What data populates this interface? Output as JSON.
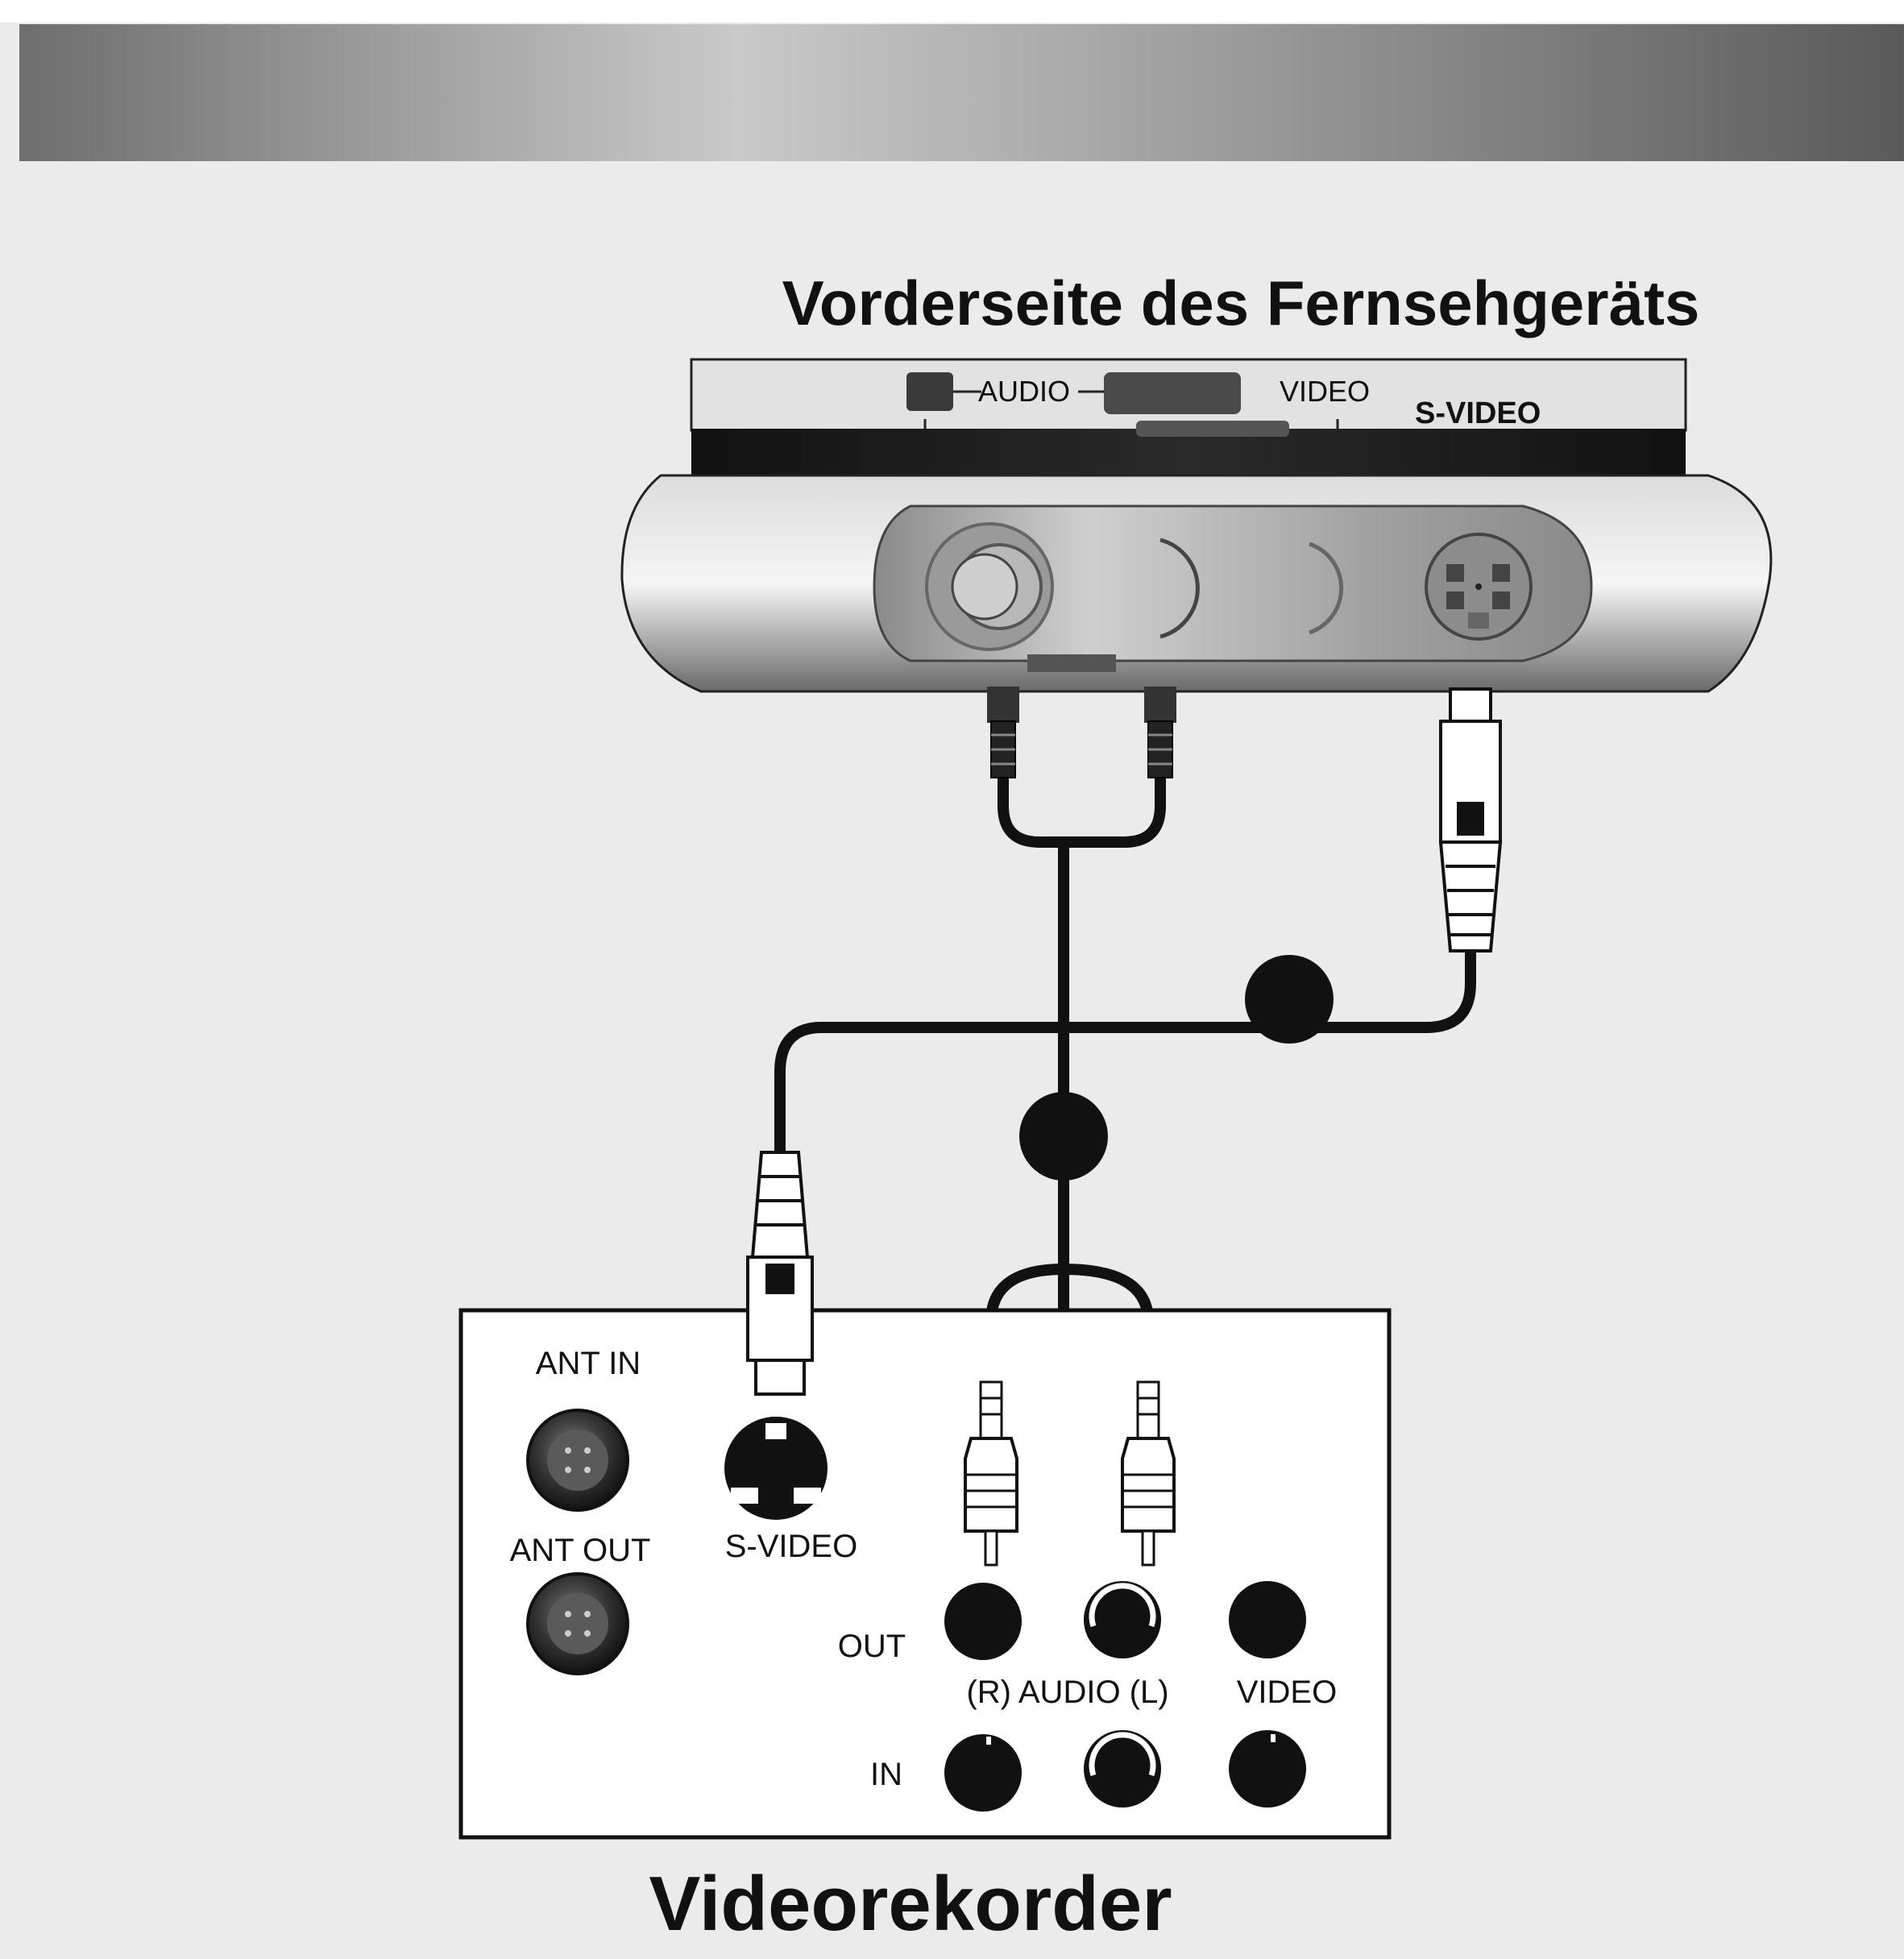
{
  "header": {
    "band_color": "#8a8a8a"
  },
  "diagram": {
    "title_top": "Vorderseite des Fernsehgeräts",
    "title_bottom": "Videorekorder",
    "tv_panel": {
      "audio_label": "AUDIO",
      "video_label": "VIDEO",
      "svideo_label": "S-VIDEO"
    },
    "vcr_panel": {
      "ant_in": "ANT IN",
      "ant_out": "ANT OUT",
      "svideo": "S-VIDEO",
      "out": "OUT",
      "in": "IN",
      "audio_rl": "(R) AUDIO (L)",
      "video": "VIDEO"
    }
  },
  "colors": {
    "background": "#ebebeb",
    "cable": "#111111",
    "panel": "#ffffff"
  }
}
